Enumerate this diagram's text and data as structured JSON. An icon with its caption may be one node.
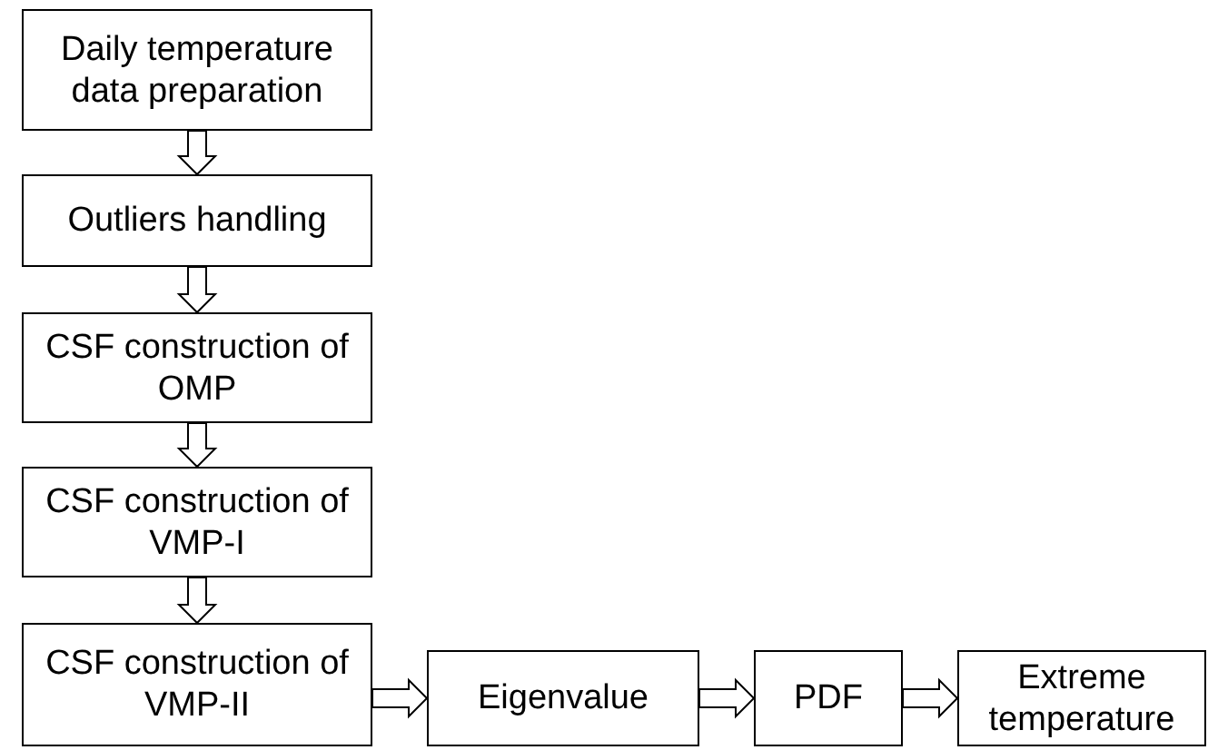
{
  "diagram": {
    "nodes": [
      {
        "text": [
          "Daily temperature data preparation"
        ]
      },
      {
        "text": [
          "Outliers handling"
        ]
      },
      {
        "text": [
          "CSF construction of OMP"
        ]
      },
      {
        "text": [
          "CSF construction of VMP-I"
        ]
      },
      {
        "text": [
          "CSF construction of VMP-II"
        ]
      },
      {
        "text": [
          "Eigenvalue"
        ]
      },
      {
        "text": [
          "PDF"
        ]
      },
      {
        "text": [
          "Extreme temperature"
        ]
      }
    ],
    "edges": [
      {
        "from": 0,
        "to": 1,
        "arrow": "to"
      },
      {
        "from": 1,
        "to": 2,
        "arrow": "to"
      },
      {
        "from": 2,
        "to": 3,
        "arrow": "to"
      },
      {
        "from": 3,
        "to": 4,
        "arrow": "to"
      },
      {
        "from": 4,
        "to": 5,
        "arrow": "to"
      },
      {
        "from": 5,
        "to": 6,
        "arrow": "to"
      },
      {
        "from": 6,
        "to": 7,
        "arrow": "to"
      }
    ]
  }
}
